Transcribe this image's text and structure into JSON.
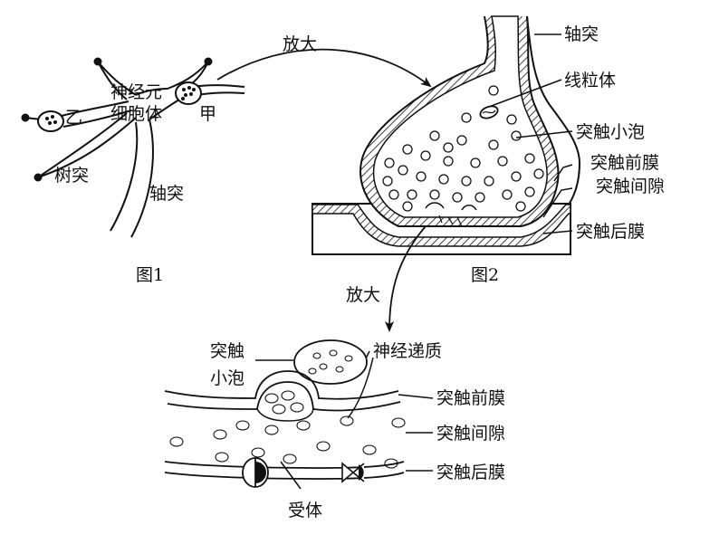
{
  "fig1": {
    "caption": "图1",
    "cell_body_line1": "神经元",
    "cell_body_line2": "细胞体",
    "label_a": "甲",
    "label_b": "乙",
    "dendrite": "树突",
    "axon": "轴突"
  },
  "fig2": {
    "caption": "图2",
    "axon": "轴突",
    "mitochondrion": "线粒体",
    "vesicle": "突触小泡",
    "pre_membrane": "突触前膜",
    "cleft": "突触间隙",
    "post_membrane": "突触后膜"
  },
  "arrows": {
    "zoom_top": "放大",
    "zoom_mid": "放大"
  },
  "fig3": {
    "vesicle_line1": "突触",
    "vesicle_line2": "小泡",
    "neurotransmitter": "神经递质",
    "pre_membrane": "突触前膜",
    "cleft": "突触间隙",
    "post_membrane": "突触后膜",
    "receptor": "受体"
  }
}
